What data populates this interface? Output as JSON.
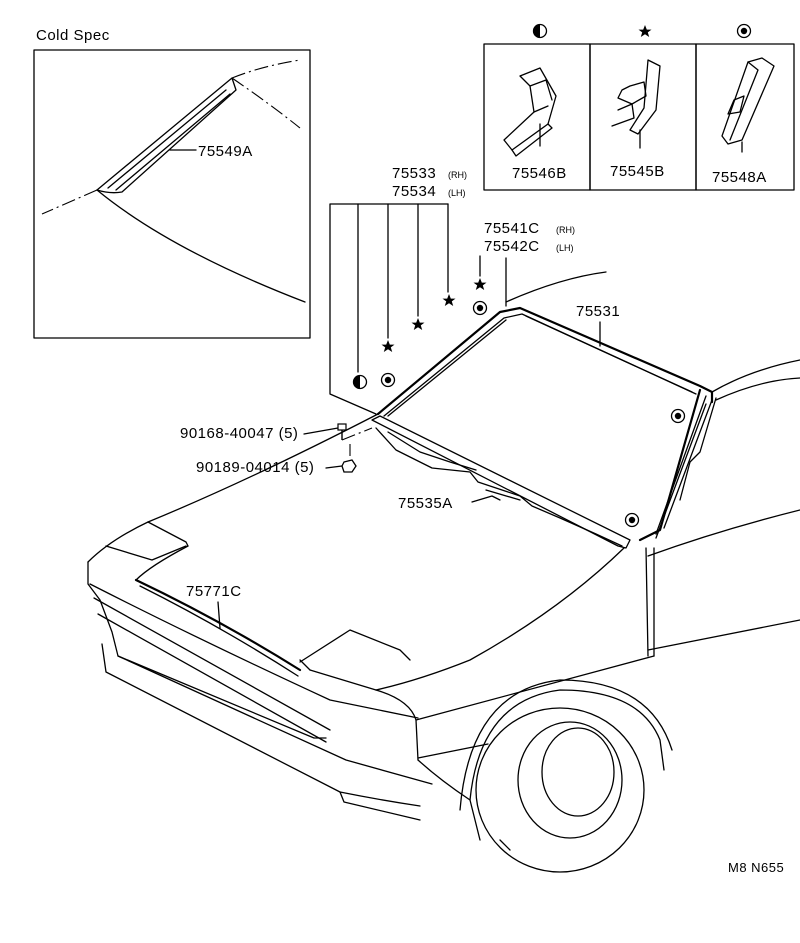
{
  "inset": {
    "title": "Cold Spec",
    "part": "75549A"
  },
  "clip_box": {
    "symbols": [
      "half-circle",
      "star",
      "dot-circle"
    ],
    "parts": [
      "75546B",
      "75545B",
      "75548A"
    ]
  },
  "labels": {
    "p75533": "75533",
    "p75533_side": "(RH)",
    "p75534": "75534",
    "p75534_side": "(LH)",
    "p75541c": "75541C",
    "p75541c_side": "(RH)",
    "p75542c": "75542C",
    "p75542c_side": "(LH)",
    "p75531": "75531",
    "p90168": "90168-40047 (5)",
    "p90189": "90189-04014 (5)",
    "p75535a": "75535A",
    "p75771c": "75771C"
  },
  "figure_code": "M8 N655"
}
